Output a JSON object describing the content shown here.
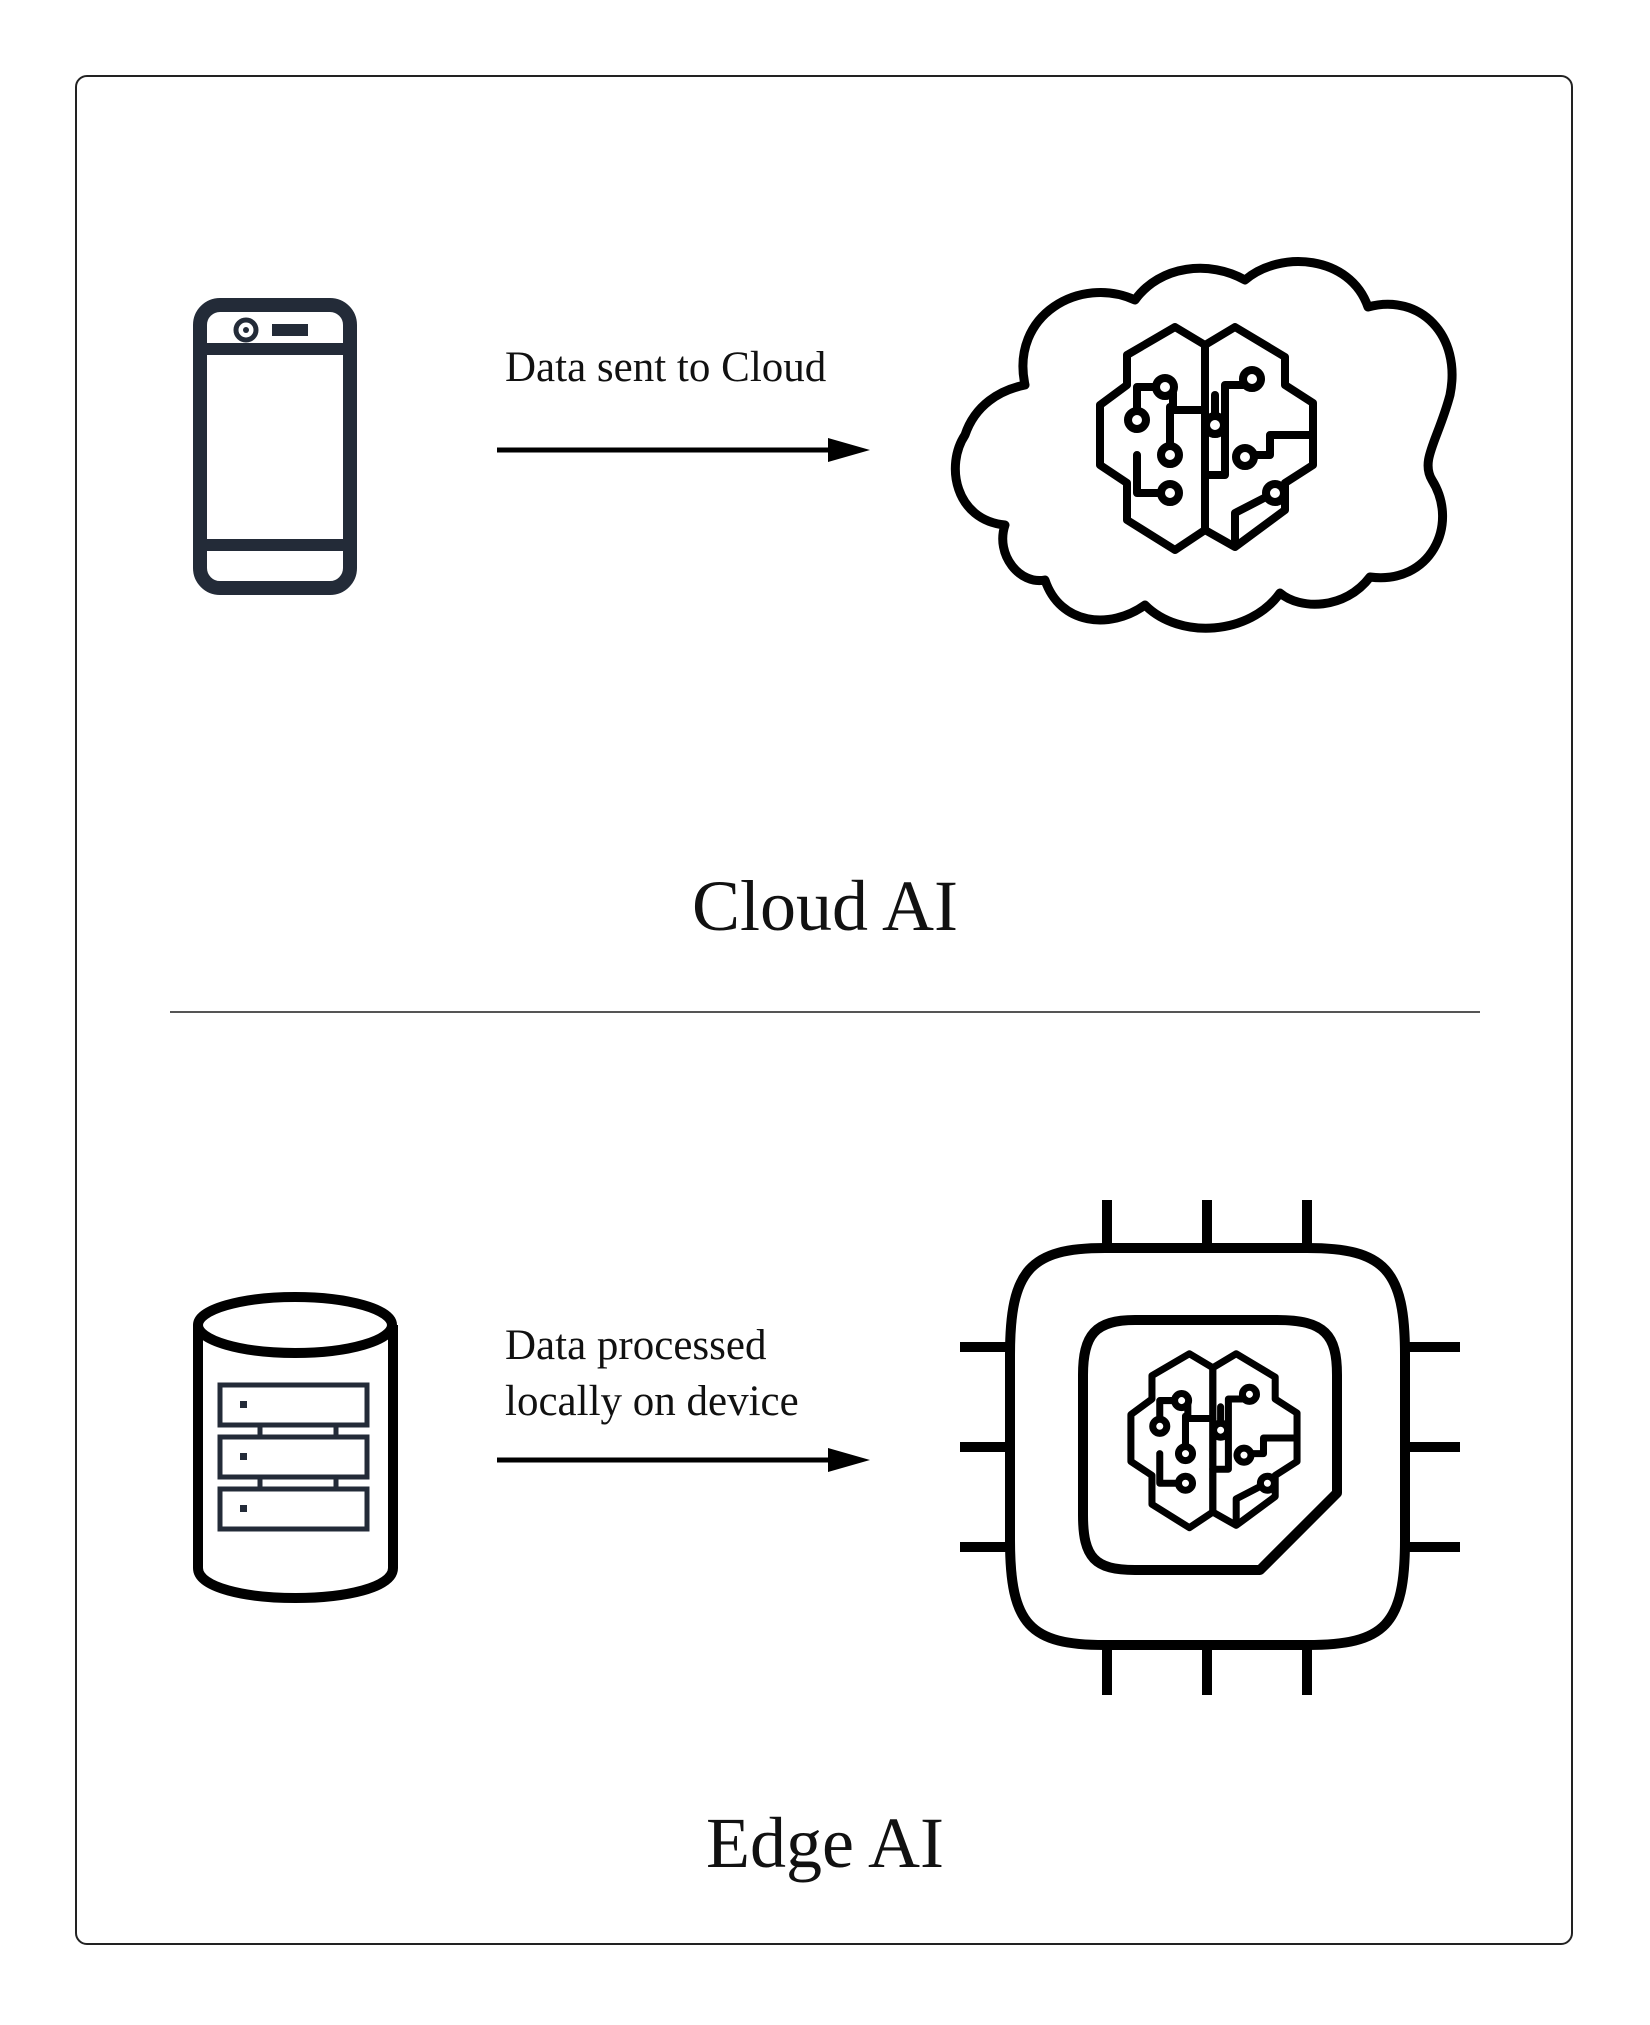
{
  "cloud_section": {
    "arrow_label": "Data sent to Cloud",
    "title": "Cloud AI",
    "source_icon": "smartphone-icon",
    "target_icon": "cloud-brain-icon"
  },
  "edge_section": {
    "arrow_label_line1": "Data processed",
    "arrow_label_line2": "locally on device",
    "title": "Edge AI",
    "source_icon": "database-server-icon",
    "target_icon": "chip-brain-icon"
  },
  "colors": {
    "line": "#000000",
    "phone": "#232b38",
    "text": "#111111"
  }
}
